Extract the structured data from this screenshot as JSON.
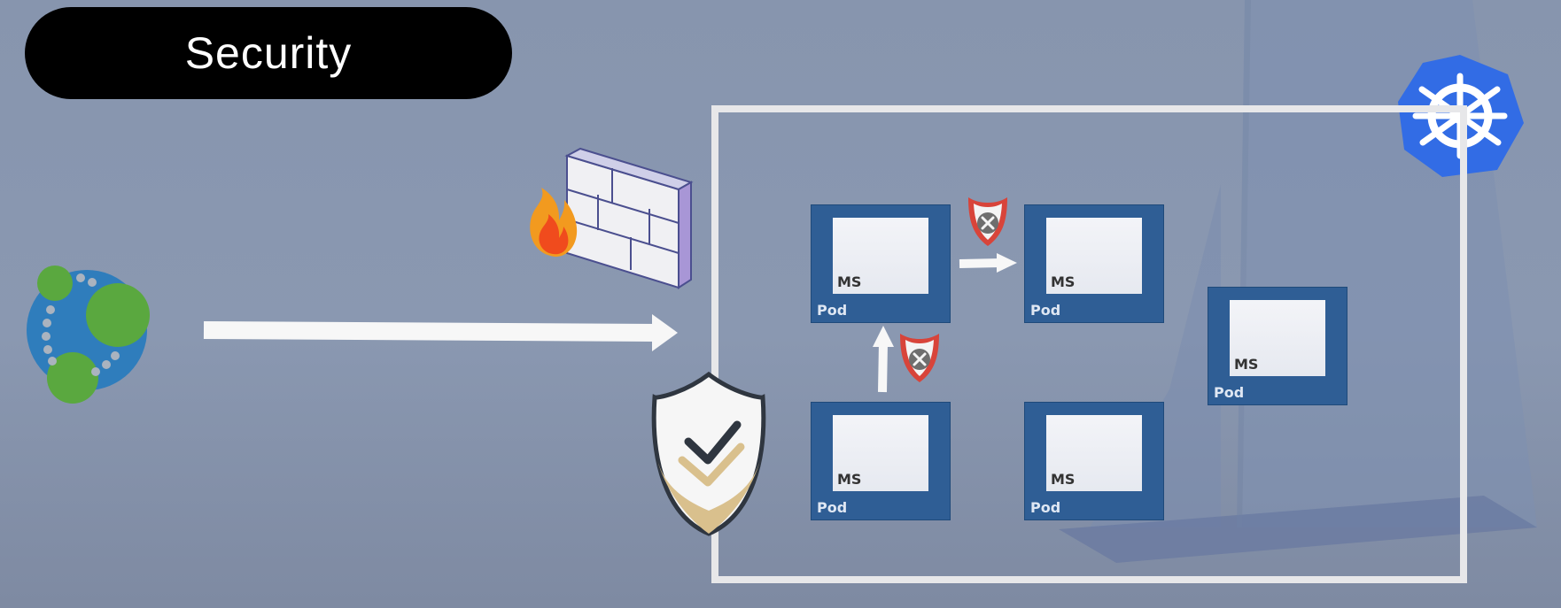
{
  "title": "Security",
  "diagram": {
    "pods": [
      {
        "ms_label": "MS",
        "pod_label": "Pod"
      },
      {
        "ms_label": "MS",
        "pod_label": "Pod"
      },
      {
        "ms_label": "MS",
        "pod_label": "Pod"
      },
      {
        "ms_label": "MS",
        "pod_label": "Pod"
      },
      {
        "ms_label": "MS",
        "pod_label": "Pod"
      }
    ]
  },
  "icons": {
    "left_network": "network-graph-icon",
    "firewall": "firewall-icon",
    "security_shield": "security-shield-icon",
    "kubernetes": "kubernetes-icon",
    "blocked_shield": "blocked-shield-icon",
    "background_mark": "background-sail-icon"
  },
  "colors": {
    "background": "#8795ae",
    "title_pill": "#000000",
    "pod": "#2f5e95",
    "cluster_border": "#e7e7e9",
    "kubernetes": "#326ce5",
    "shield_red": "#d8443a",
    "node_green": "#5aa83f",
    "node_blue": "#2f7dbc"
  }
}
